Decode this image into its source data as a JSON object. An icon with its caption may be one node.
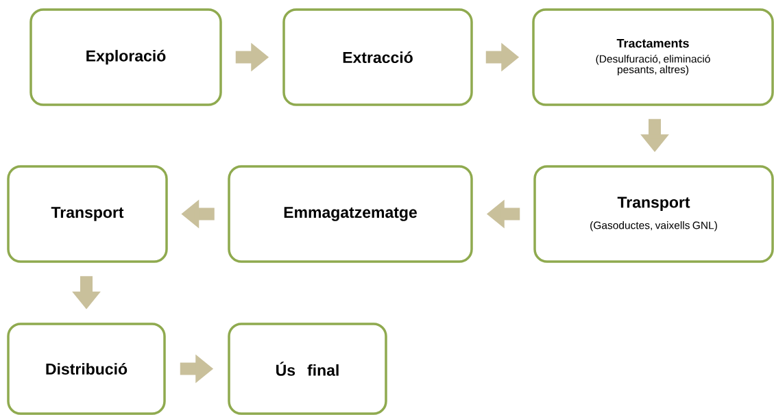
{
  "diagram": {
    "nodes": [
      {
        "text": [
          "Exploració"
        ]
      },
      {
        "text": [
          "Extracció"
        ]
      },
      {
        "text": [
          "Tractaments",
          "(Desulfuració, eliminació pesants, altres)"
        ]
      },
      {
        "text": [
          "Transport",
          "(Gasoductes, vaixells GNL)"
        ]
      },
      {
        "text": [
          "Emmagatzematge"
        ]
      },
      {
        "text": [
          "Transport"
        ]
      },
      {
        "text": [
          "Distribució"
        ]
      },
      {
        "text": [
          "Ús final"
        ]
      }
    ],
    "edges": [
      {
        "from": 0,
        "to": 1,
        "arrow": "to"
      },
      {
        "from": 1,
        "to": 2,
        "arrow": "to"
      },
      {
        "from": 2,
        "to": 3,
        "arrow": "to"
      },
      {
        "from": 3,
        "to": 4,
        "arrow": "to"
      },
      {
        "from": 4,
        "to": 5,
        "arrow": "to"
      },
      {
        "from": 5,
        "to": 6,
        "arrow": "to"
      },
      {
        "from": 6,
        "to": 7,
        "arrow": "to"
      }
    ]
  }
}
